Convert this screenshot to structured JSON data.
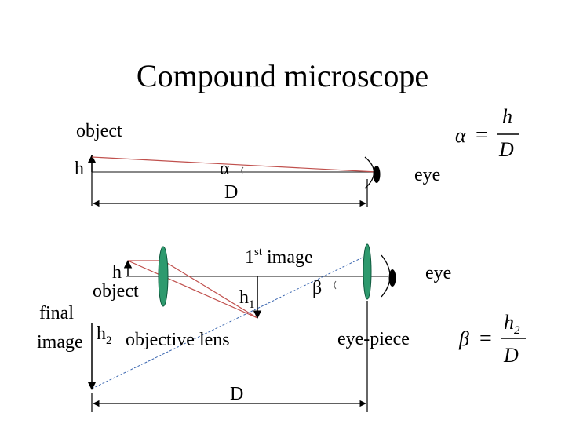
{
  "title": "Compound microscope",
  "top": {
    "object": "object",
    "h": "h",
    "alpha": "α",
    "D": "D",
    "eye": "eye"
  },
  "bottom": {
    "h": "h",
    "object": "object",
    "first_image_num": "1",
    "first_image_sup": "st",
    "first_image_word": "image",
    "h1": "h",
    "h1_sub": "1",
    "beta": "β",
    "eye": "eye",
    "final": "final",
    "image": "image",
    "h2": "h",
    "h2_sub": "2",
    "objective_lens": "objective lens",
    "eye_piece": "eye-piece",
    "D": "D"
  },
  "equations": {
    "alpha_lhs": "α",
    "alpha_eq": "=",
    "alpha_num": "h",
    "alpha_den": "D",
    "beta_lhs": "β",
    "beta_eq": "=",
    "beta_num": "h",
    "beta_num_sub": "2",
    "beta_den": "D"
  },
  "colors": {
    "lens": "#2e9a6e",
    "ray": "#c0504d",
    "axis": "#404040",
    "dashed": "#3a66b0"
  }
}
